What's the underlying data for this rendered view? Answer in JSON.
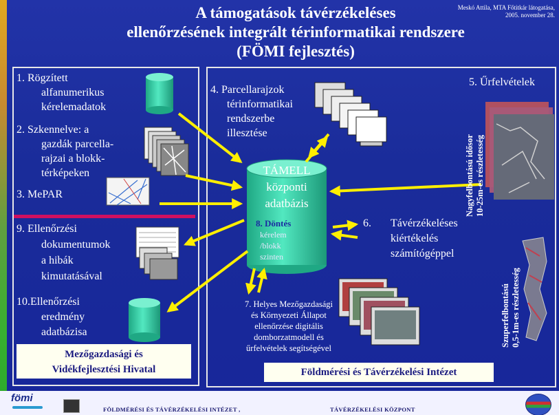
{
  "header": {
    "title_line1": "A támogatások távérzékeléses",
    "title_line2": "ellenőrzésének integrált térinformatikai rendszere",
    "title_line3": "(FÖMI fejlesztés)",
    "author_line1": "Meskó Attila, MTA Főtitkár látogatása,",
    "author_line2": "2005. november 28."
  },
  "left_panel": {
    "item1_l1": "1.  Rögzített",
    "item1_l2": "alfanumerikus",
    "item1_l3": "kérelemadatok",
    "item2_l1": "2.  Szkennelve: a",
    "item2_l2": "gazdák parcella-",
    "item2_l3": "rajzai a blokk-",
    "item2_l4": "térképeken",
    "item3": "3.  MePAR",
    "item9_l1": "9.  Ellenőrzési",
    "item9_l2": "dokumentumok",
    "item9_l3": "a hibák",
    "item9_l4": "kimutatásával",
    "item10_l1": "10.Ellenőrzési",
    "item10_l2": "eredmény",
    "item10_l3": "adatbázisa",
    "box_l1": "Mezőgazdasági és",
    "box_l2": "Vidékfejlesztési Hivatal"
  },
  "right_panel": {
    "item4_l1": "4.  Parcellarajzok",
    "item4_l2": "térinformatikai",
    "item4_l3": "rendszerbe",
    "item4_l4": "illesztése",
    "item5": "5.  Űrfelvételek",
    "vert1_l1": "Nagyfelbontású idősor",
    "vert1_l2": "10-25m-es részletesség",
    "item6_num": "6.",
    "item6_l1": "Távérzékeléses",
    "item6_l2": "kiértékelés",
    "item6_l3": "számítógéppel",
    "vert2_l1": "Szuperfelbontású",
    "vert2_l2": "0,5-1m-es részletesség",
    "item7_l1": "7. Helyes Mezőgazdasági",
    "item7_l2": "és Környezeti Állapot",
    "item7_l3": "ellenőrzése digitális",
    "item7_l4": "domborzatmodell és",
    "item7_l5": "űrfelvételek segítségével",
    "box": "Földmérési és Távérzékelési Intézet"
  },
  "center": {
    "db_l1": "TÁMELL",
    "db_l2": "központi",
    "db_l3": "adatbázis",
    "item8_title": "8. Döntés",
    "item8_l1": "kérelem",
    "item8_l2": "/blokk",
    "item8_l3": "szinten"
  },
  "footer": {
    "logo_text": "fömi",
    "text1": "FÖLDMÉRÉSI ÉS TÁVÉRZÉKELÉSI INTÉZET ,",
    "text2": "TÁVÉRZÉKELÉSI KÖZPONT"
  },
  "colors": {
    "background": "#1a2c9a",
    "text": "#ffffff",
    "highlight": "#ffef00",
    "arrow": "#ffef00",
    "database": "#3ad0a8",
    "divider": "#d01060"
  }
}
